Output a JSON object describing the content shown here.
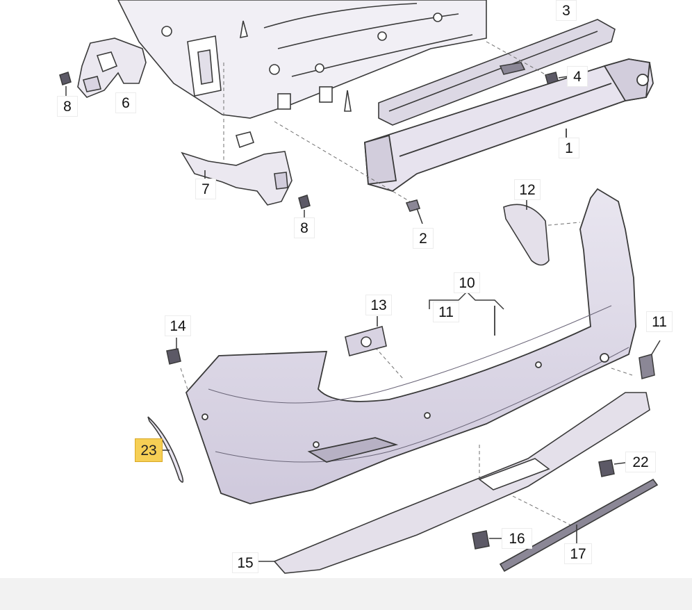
{
  "diagram": {
    "callouts": [
      {
        "id": "c3",
        "label": "3"
      },
      {
        "id": "c4",
        "label": "4"
      },
      {
        "id": "c8a",
        "label": "8"
      },
      {
        "id": "c6",
        "label": "6"
      },
      {
        "id": "c1",
        "label": "1"
      },
      {
        "id": "c7",
        "label": "7"
      },
      {
        "id": "c12",
        "label": "12"
      },
      {
        "id": "c8b",
        "label": "8"
      },
      {
        "id": "c2",
        "label": "2"
      },
      {
        "id": "c10",
        "label": "10"
      },
      {
        "id": "c13",
        "label": "13"
      },
      {
        "id": "c11a",
        "label": "11"
      },
      {
        "id": "c11b",
        "label": "11"
      },
      {
        "id": "c14",
        "label": "14"
      },
      {
        "id": "c23",
        "label": "23",
        "highlighted": true
      },
      {
        "id": "c22",
        "label": "22"
      },
      {
        "id": "c16",
        "label": "16"
      },
      {
        "id": "c17",
        "label": "17"
      },
      {
        "id": "c15",
        "label": "15"
      }
    ],
    "colors": {
      "outline": "#3a3a3a",
      "part_fill": "#e7e3ee",
      "part_shade": "#cfc8da",
      "highlight": "#f6cf55",
      "label_border": "#ececec"
    }
  }
}
